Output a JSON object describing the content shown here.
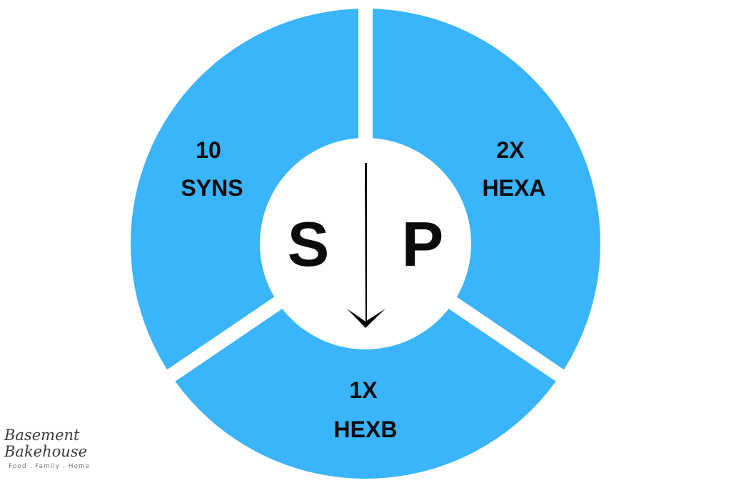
{
  "diagram": {
    "segments": [
      {
        "id": "top-left",
        "line1": "10",
        "line2": "SYNS"
      },
      {
        "id": "top-right",
        "line1": "2X",
        "line2": "HEXA"
      },
      {
        "id": "bottom",
        "line1": "1X",
        "line2": "HEXB"
      }
    ],
    "center": {
      "left_letter": "S",
      "right_letter": "P"
    },
    "colors": {
      "segment_fill": "#3ab4fb",
      "center_fill": "#ffffff",
      "text": "#0b0b0b",
      "arrow": "#000000"
    }
  },
  "logo": {
    "line1": "Basement",
    "line2": "Bakehouse",
    "tagline": "Food . Family . Home"
  }
}
